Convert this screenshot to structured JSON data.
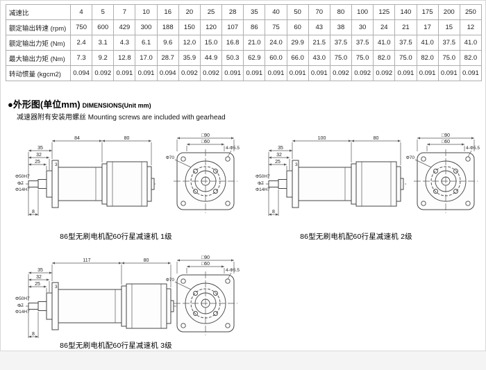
{
  "table": {
    "rows": [
      {
        "label": "减速比",
        "values": [
          "4",
          "5",
          "7",
          "10",
          "16",
          "20",
          "25",
          "28",
          "35",
          "40",
          "50",
          "70",
          "80",
          "100",
          "125",
          "140",
          "175",
          "200",
          "250"
        ]
      },
      {
        "label": "额定输出转速 (rpm)",
        "values": [
          "750",
          "600",
          "429",
          "300",
          "188",
          "150",
          "120",
          "107",
          "86",
          "75",
          "60",
          "43",
          "38",
          "30",
          "24",
          "21",
          "17",
          "15",
          "12"
        ]
      },
      {
        "label": "额定输出力矩 (Nm)",
        "values": [
          "2.4",
          "3.1",
          "4.3",
          "6.1",
          "9.6",
          "12.0",
          "15.0",
          "16.8",
          "21.0",
          "24.0",
          "29.9",
          "21.5",
          "37.5",
          "37.5",
          "41.0",
          "37.5",
          "41.0",
          "37.5",
          "41.0"
        ]
      },
      {
        "label": "最大输出力矩 (Nm)",
        "values": [
          "7.3",
          "9.2",
          "12.8",
          "17.0",
          "28.7",
          "35.9",
          "44.9",
          "50.3",
          "62.9",
          "60.0",
          "66.0",
          "43.0",
          "75.0",
          "75.0",
          "82.0",
          "75.0",
          "82.0",
          "75.0",
          "82.0"
        ]
      },
      {
        "label": "转动惯量 (kgcm2)",
        "values": [
          "0.094",
          "0.092",
          "0.091",
          "0.091",
          "0.094",
          "0.092",
          "0.092",
          "0.091",
          "0.091",
          "0.091",
          "0.091",
          "0.091",
          "0.092",
          "0.092",
          "0.092",
          "0.091",
          "0.091",
          "0.091",
          "0.091"
        ]
      }
    ]
  },
  "section": {
    "bullet": "●",
    "title_cn": "外形图(单位mm)",
    "title_en": "DIMENSIONS(Unit mm)",
    "note_cn": "减速器附有安装用螺丝",
    "note_en": "Mounting screws are included with gearhead"
  },
  "drawings": [
    {
      "caption": "86型无刷电机配60行星减速机 1级",
      "gear_len": "84",
      "motor_len": "80",
      "len_a": "35",
      "len_b": "32",
      "len_c": "3",
      "len_d": "25",
      "shaft_step": "8",
      "shaft_labels": [
        "Φ50H7",
        "Φ7",
        "Φ14H7"
      ],
      "front": {
        "sq": "□90",
        "inner": "□60",
        "bolt_circle": "Φ70",
        "holes": "4-Φ5.5"
      }
    },
    {
      "caption": "86型无刷电机配60行星减速机 2级",
      "gear_len": "100",
      "motor_len": "80",
      "len_a": "35",
      "len_b": "32",
      "len_c": "3",
      "len_d": "25",
      "shaft_step": "8",
      "shaft_labels": [
        "Φ50H7",
        "Φ7",
        "Φ14H7"
      ],
      "front": {
        "sq": "□90",
        "inner": "□60",
        "bolt_circle": "Φ70",
        "holes": "4-Φ5.5"
      }
    },
    {
      "caption": "86型无刷电机配60行星减速机 3级",
      "gear_len": "117",
      "motor_len": "80",
      "len_a": "35",
      "len_b": "32",
      "len_c": "3",
      "len_d": "25",
      "shaft_step": "8",
      "shaft_labels": [
        "Φ50H7",
        "Φ7",
        "Φ14H7"
      ],
      "front": {
        "sq": "□90",
        "inner": "□60",
        "bolt_circle": "Φ70",
        "holes": "4-Φ5.5"
      }
    }
  ]
}
